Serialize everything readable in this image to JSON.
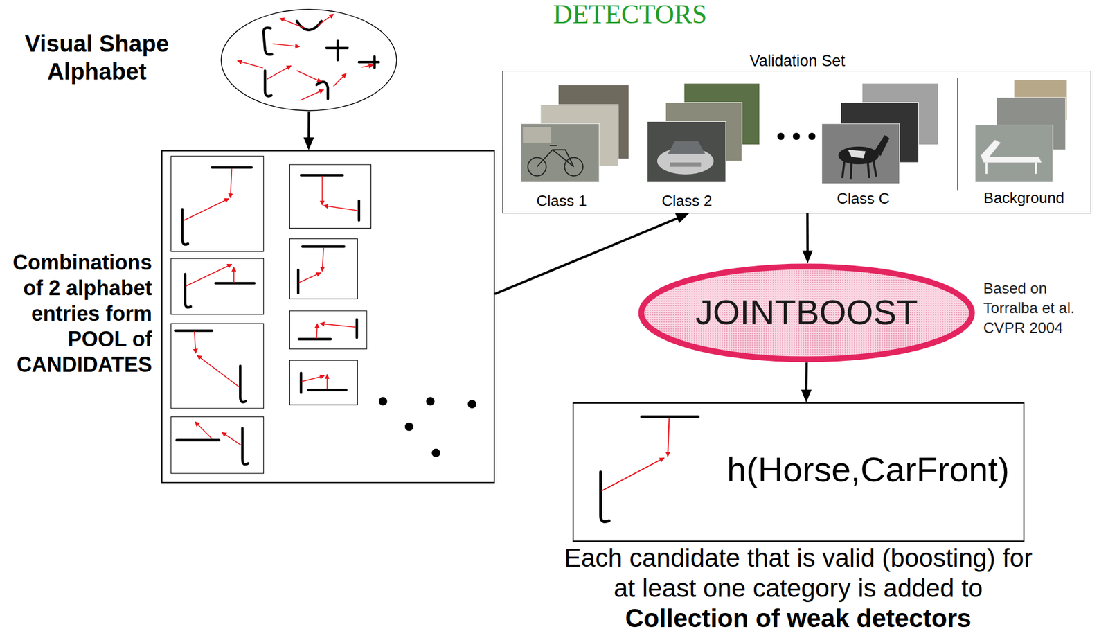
{
  "diagram": {
    "title": "DETECTORS",
    "caption": "Each candidate that is valid (boosting) for at least one category is added to",
    "nodes": [
      {
        "text": [
          "Visual Shape Alphabet"
        ]
      },
      {
        "text": [
          "Combinations of 2 alphabet entries form POOL of CANDIDATES"
        ]
      },
      {
        "text": [
          "Validation Set"
        ]
      },
      {
        "text": [
          "JOINTBOOST"
        ]
      },
      {
        "text": [
          "h(Horse,CarFront)"
        ]
      }
    ],
    "edges": [
      {
        "from": 0,
        "to": 1,
        "arrow": "to"
      },
      {
        "from": 1,
        "to": 2,
        "arrow": "to"
      },
      {
        "from": 2,
        "to": 3,
        "arrow": "to"
      },
      {
        "from": 3,
        "to": 4,
        "arrow": "to"
      }
    ],
    "labels": [
      "Class 1",
      "Class 2",
      "Class C",
      "Background",
      "Based on Torralba et al. CVPR 2004",
      "Collection of weak detectors"
    ]
  }
}
